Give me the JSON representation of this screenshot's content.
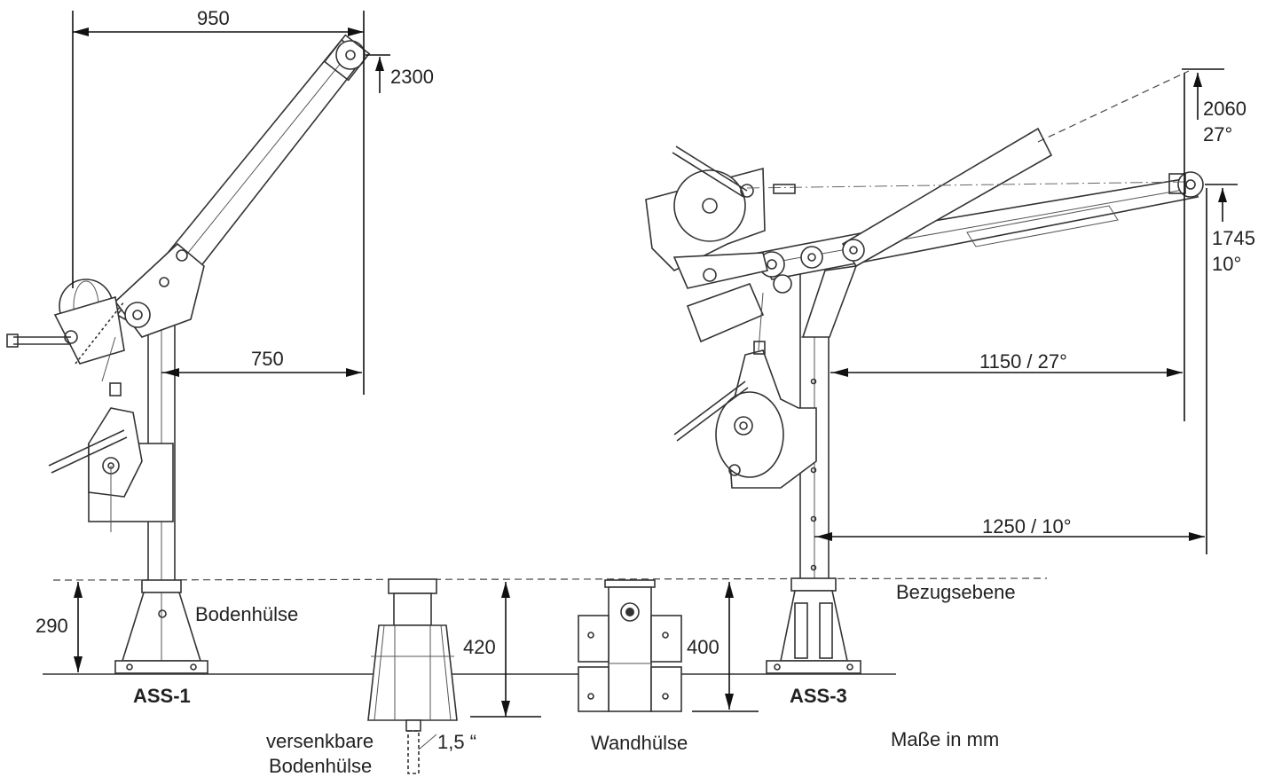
{
  "labels": {
    "dim_950": "950",
    "dim_2300": "2300",
    "dim_750": "750",
    "dim_290": "290",
    "label_bodenhuelse": "Bodenhülse",
    "label_ass1": "ASS-1",
    "dim_420": "420",
    "label_versenkbare": "versenkbare",
    "label_bodenhuelse2": "Bodenhülse",
    "dim_15": "1,5 “",
    "dim_400": "400",
    "label_wandhuelse": "Wandhülse",
    "label_ass3": "ASS-3",
    "label_bezugsebene": "Bezugsebene",
    "label_masse": "Maße in mm",
    "dim_2060": "2060",
    "angle_27": "27°",
    "dim_1745": "1745",
    "angle_10": "10°",
    "dim_1150": "1150 / 27°",
    "dim_1250": "1250 / 10°"
  },
  "colors": {
    "line": "#333333",
    "text": "#222222"
  }
}
